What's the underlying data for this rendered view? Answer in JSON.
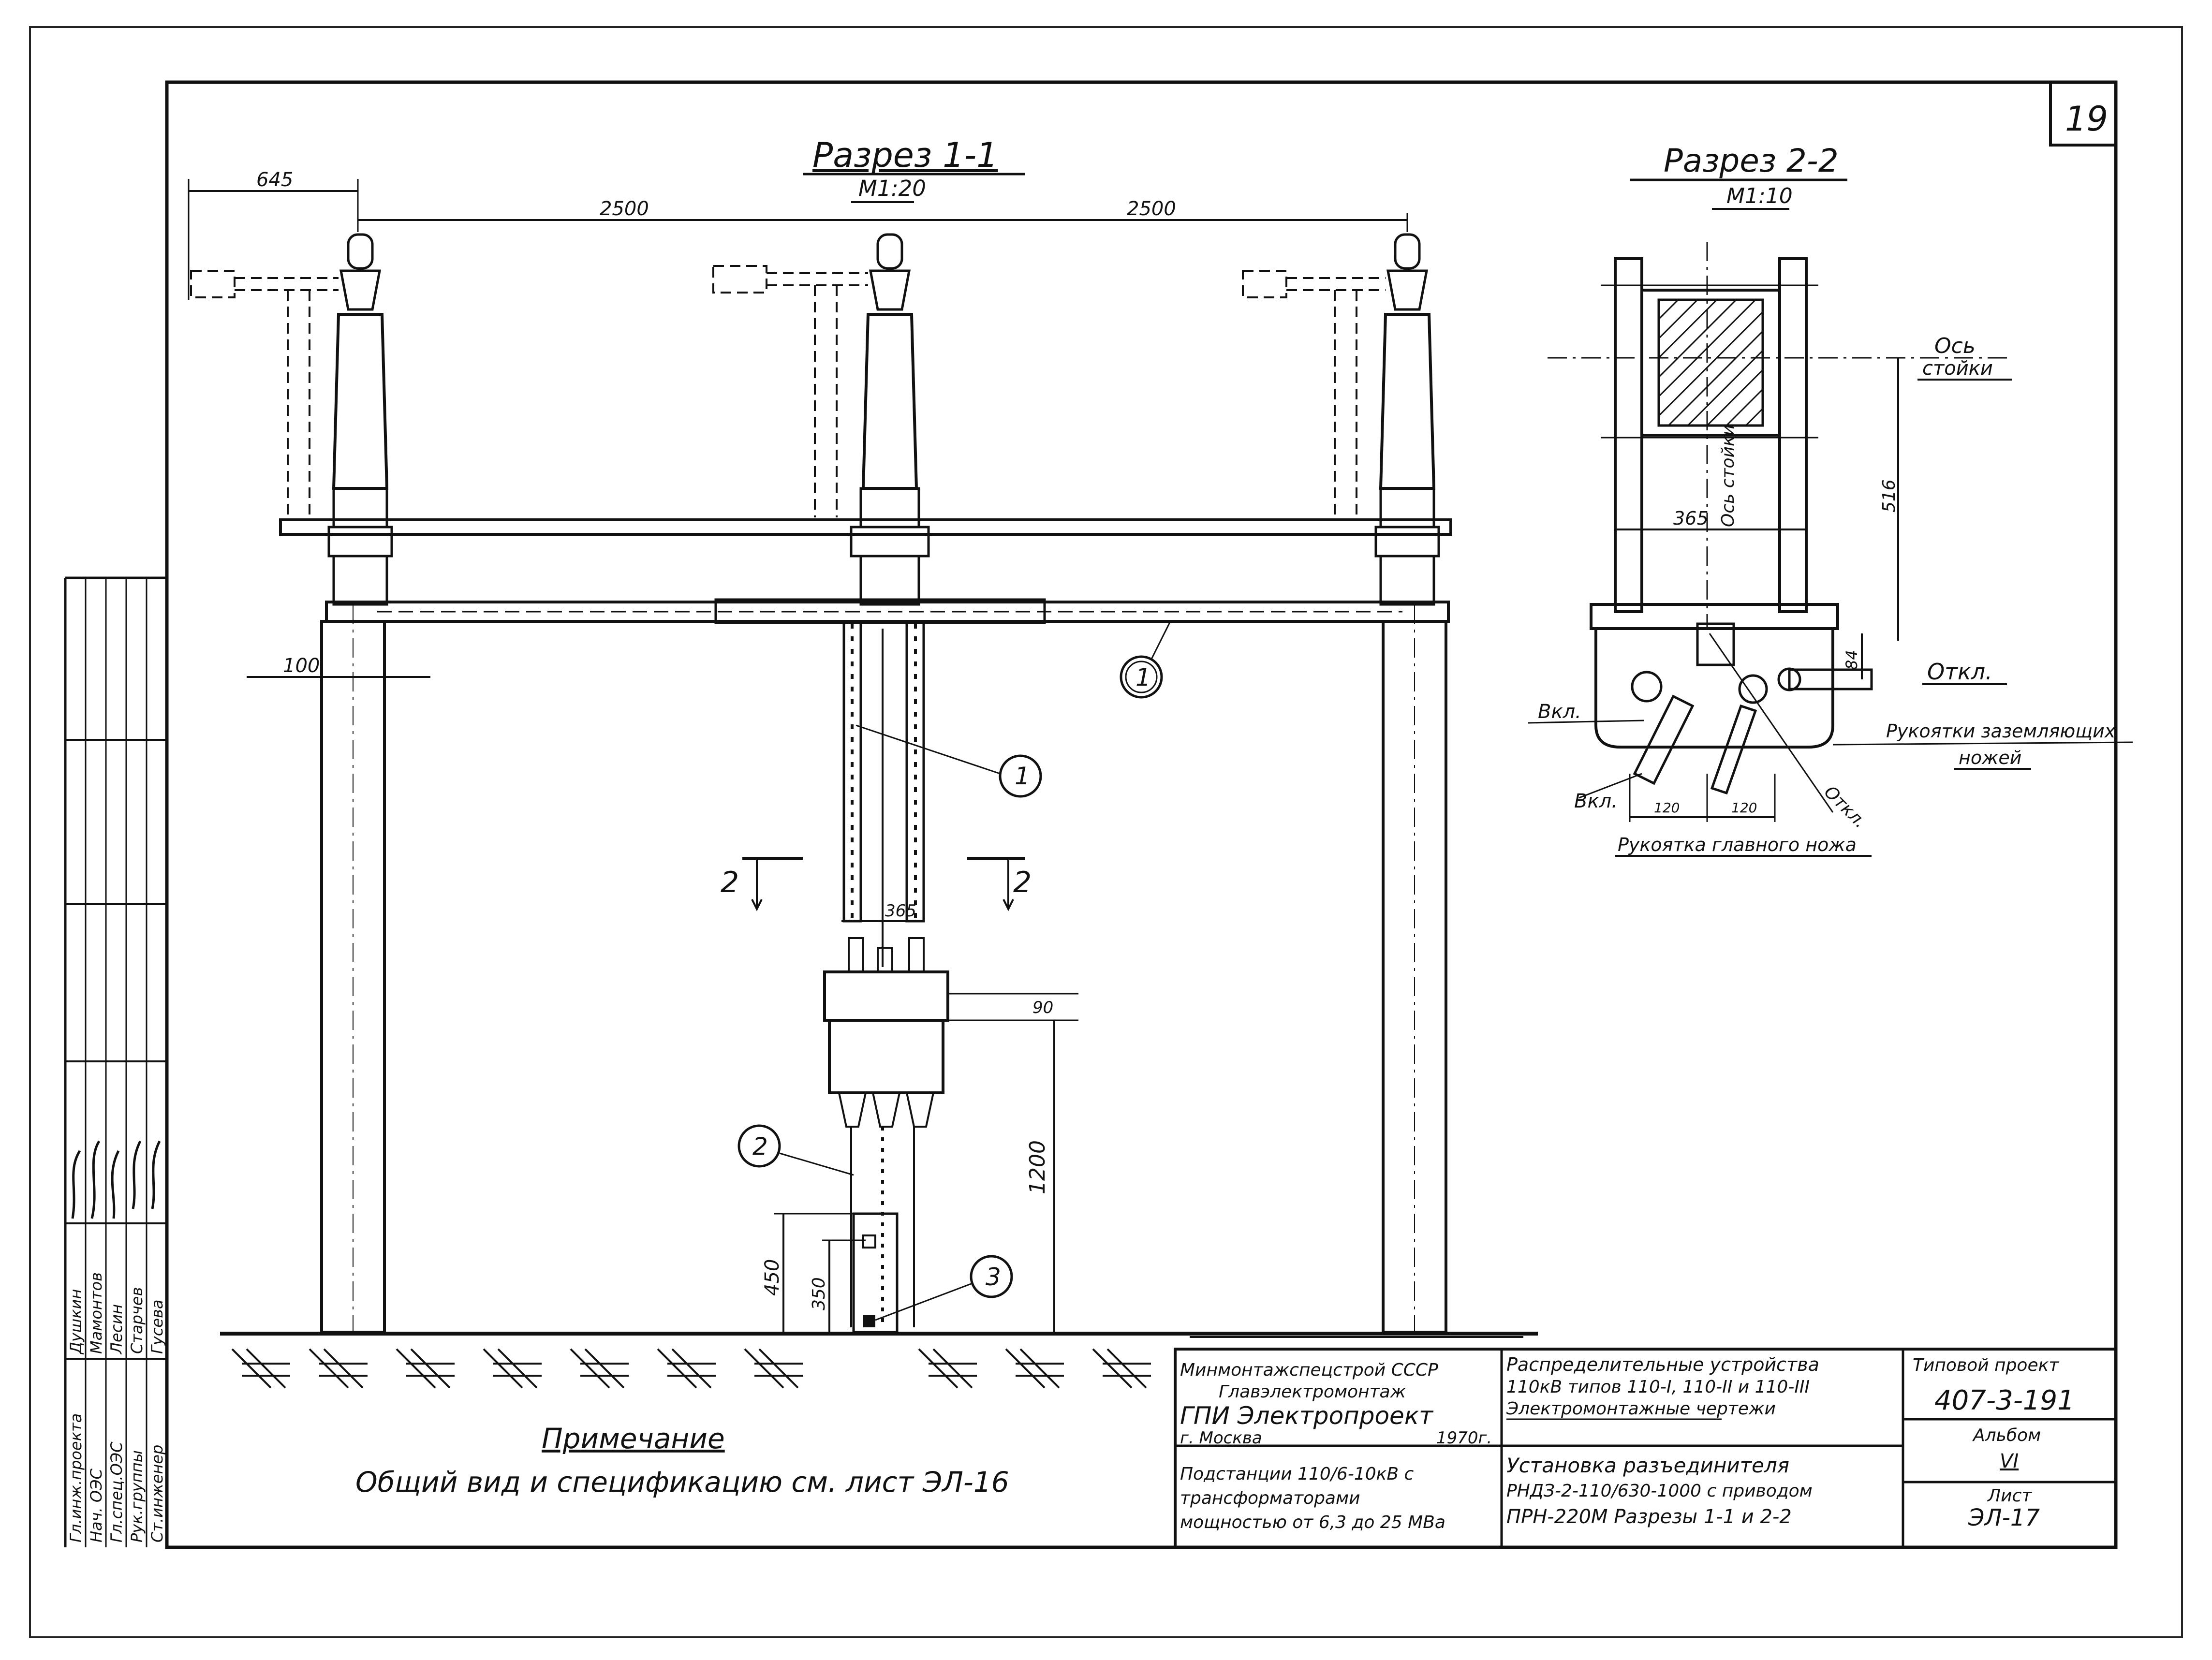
{
  "sheet_number": "19",
  "section_1": {
    "title": "Разрез 1-1",
    "scale": "М1:20"
  },
  "section_2": {
    "title": "Разрез 2-2",
    "scale": "М1:10"
  },
  "dimensions": {
    "d645": "645",
    "d2500_left": "2500",
    "d2500_right": "2500",
    "d100": "100",
    "d365_top": "365",
    "d90": "90",
    "d1200": "1200",
    "d450": "450",
    "d350": "350",
    "d365_s2": "365",
    "d516": "516",
    "d84": "84",
    "d120_a": "120",
    "d120_b": "120"
  },
  "callouts": {
    "c1": "1",
    "c1b": "1",
    "c2": "2",
    "c3": "3"
  },
  "section_marks": {
    "left": "2",
    "right": "2"
  },
  "s2_labels": {
    "axis_label": "Ось",
    "axis_label_2": "стойки",
    "axis_vertical": "Ось стойки",
    "otkl": "Откл.",
    "otkl_2": "Откл.",
    "vkl_1": "Вкл.",
    "vkl_2": "Вкл.",
    "handle_earthing_1": "Рукоятки заземляющих",
    "handle_earthing_2": "ножей",
    "handle_main": "Рукоятка главного ножа"
  },
  "note": {
    "heading": "Примечание",
    "text": "Общий вид и спецификацию см. лист ЭЛ-16"
  },
  "side_stamp": {
    "rows": [
      {
        "role": "Гл.инж.проекта",
        "name": "Душкин"
      },
      {
        "role": "Нач. ОЭС",
        "name": "Мамонтов"
      },
      {
        "role": "Гл.спец.ОЭС",
        "name": "Лесин"
      },
      {
        "role": "Рук.группы",
        "name": "Старчев"
      },
      {
        "role": "Ст.инженер",
        "name": "Гусева"
      }
    ]
  },
  "title_block": {
    "org_1": "Минмонтажспецстрой СССР",
    "org_2": "Главэлектромонтаж",
    "org_3": "ГПИ Электропроект",
    "city": "г. Москва",
    "year": "1970г.",
    "subject_1": "Подстанции 110/6-10кВ с",
    "subject_2": "трансформаторами",
    "subject_3": "мощностью от 6,3 до 25 МВа",
    "title_1": "Распределительные устройства",
    "title_2": "110кВ типов 110-I, 110-II и 110-III",
    "title_3": "Электромонтажные чертежи",
    "desc_1": "Установка разъединителя",
    "desc_2": "РНДЗ-2-110/630-1000 с приводом",
    "desc_3": "ПРН-220М Разрезы 1-1 и 2-2",
    "project_label": "Типовой проект",
    "project_number": "407-3-191",
    "album_label": "Альбом",
    "album_number": "VI",
    "sheet_label": "Лист",
    "sheet_code": "ЭЛ-17"
  }
}
